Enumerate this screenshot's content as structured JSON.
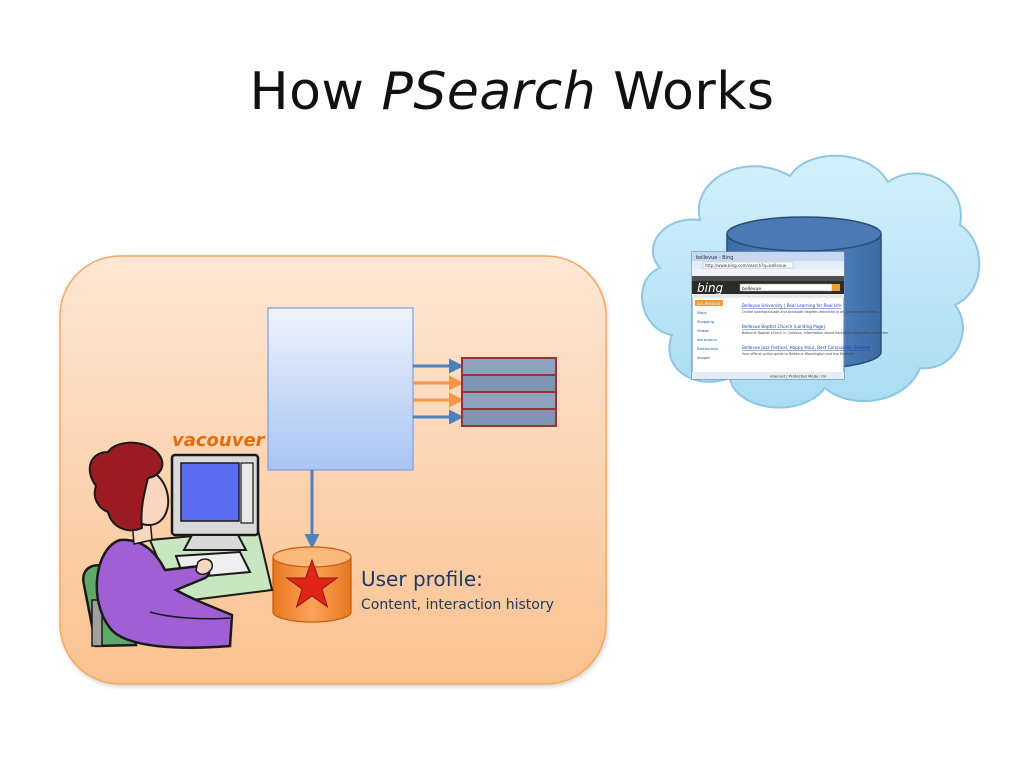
{
  "title": {
    "prefix": "How",
    "emphasis": "PSearch",
    "suffix": "Works"
  },
  "query_text": "vacouver",
  "user_profile": {
    "heading": "User profile:",
    "detail": "Content, interaction history"
  },
  "browser": {
    "tab_title": "bellevue - Bing",
    "address": "http://www.bing.com/search?q=bellevue",
    "logo": "bing",
    "search_value": "bellevue",
    "sidebar_items": [
      "ALL RESULTS",
      "Maps",
      "Shopping",
      "Videos",
      "Attractions",
      "Restaurants",
      "Images"
    ],
    "results": [
      {
        "title": "Bellevue University | Real Learning for Real Life",
        "snippet": "Online undergraduate and graduate degrees delivered in an accelerated format"
      },
      {
        "title": "Bellevue Baptist Church (Landing Page)",
        "snippet": "Bellevue Baptist church in Cordova. Information about extensive programs, ministries"
      },
      {
        "title": "Bellevue Jazz Festival, Happy Hour, Best Companies, General",
        "snippet": "Your official online guide to Bellevue Washington and the Eastside"
      }
    ],
    "status": "Internet | Protected Mode: On"
  },
  "colors": {
    "group_fill_top": "#fde7d4",
    "group_fill_bottom": "#fbc290",
    "group_stroke": "#f5a85f",
    "engine_top": "#eef3fc",
    "engine_bottom": "#a9c4f4",
    "arrow_blue": "#4f81bd",
    "arrow_orange": "#f79646",
    "result_fill": "#7f93b2",
    "result_stroke": "#963434",
    "db_orange": "#f79646",
    "star_red": "#e02418",
    "cloud_fill": "#bfe8f8",
    "cloud_stroke": "#8fc6e2",
    "cylinder_blue": "#4f81bd",
    "query_orange": "#e46c0a"
  },
  "icons": [
    "user-at-computer-clipart",
    "database-icon",
    "star-icon",
    "cloud-icon",
    "browser-window-icon"
  ]
}
